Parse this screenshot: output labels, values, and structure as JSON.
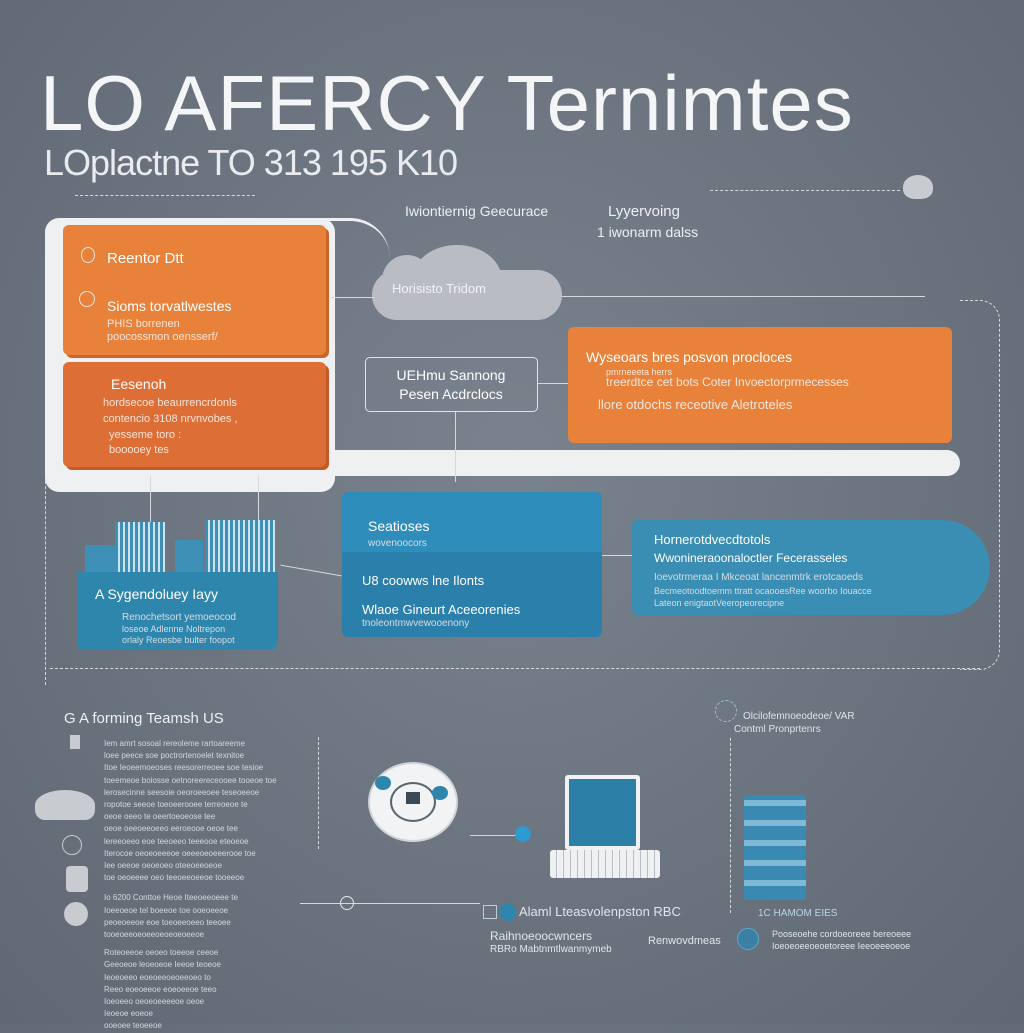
{
  "title": "LO AFERCY Ternimtes",
  "subtitle": "LOplactne TO 313 195 K10",
  "header_labels": {
    "left": "Iwiontiernig Geecurace",
    "right_title": "Lyyervoing",
    "right_sub": "1 iwonarm dalss"
  },
  "cloud_label": "Horisisto Tridom",
  "orange_box_1": {
    "title": "Reentor Dtt",
    "heading": "Sioms torvatlwestes",
    "lines": [
      "PHIS borrenen",
      "poocossmon oensserf/"
    ]
  },
  "orange_box_2": {
    "title": "Eesenoh",
    "lines": [
      "hordsecoe beaurrencrdonls",
      "contencio 3108 nrvnvobes ,",
      "yesseme toro :",
      "booooey tes"
    ]
  },
  "center_box": {
    "line1": "UEHmu Sannong",
    "line2": "Pesen Acdrclocs"
  },
  "orange_box_3": {
    "title": "Wyseoars bres posvon procloces",
    "lines": [
      "pmrneeeta herrs",
      "treerdtce cet bots Coter Invoectorprmecesses",
      "llore otdochs receotive Aletroteles"
    ]
  },
  "blue_box_1": {
    "title": "A Sygendoluey Iayy",
    "lines": [
      "Renochetsort yemoeocod",
      "loseoe Adlenne Noltrepon",
      "orlaly Reoesbe bulter foopot"
    ]
  },
  "blue_box_2": {
    "title": "Seatioses",
    "sub": "wovenoocors",
    "line1": "U8 coowws lne Ilonts",
    "line2": "Wlaoe Gineurt Aceeorenies",
    "line3": "tnoleontmwvewooenony"
  },
  "blue_box_3": {
    "title": "Hornerotdvecdtotols",
    "sub": "Wwonineraoonaloctler Fecerasseles",
    "lines": [
      "Ioevotrmeraa I Mkceoat lancenmtrk erotcaoeds",
      "Becmeotoodtoemm ttratt ocaooesRee woorbo Iouacce",
      "Lateon enigtaotVeeropeorecipne"
    ]
  },
  "bottom_left": {
    "title": "G A forming Teamsh US",
    "lines": [
      "Iem amrt sosoal rereoleme rartoareeme",
      "loee peece soe poctrortenoelet texnitoe",
      "Itoe Ieoeemoeoses reesorerreoee soe tesioe",
      "toeemeoe boiosse oetnoreereceooee tooeoe toe",
      "lerosecinne seesoie oeoroeeoee teseoeeoe",
      "ropotoe seeoe toeoeerooee terreoeoe te",
      "oeoe oeeo te oeertoeoeose tee",
      "oeoe oeeoeeoeeo eeroeooe oeoe tee",
      "lereeoeeo eoe teeoeeo teeeooe eteoeoe",
      "Iterocoe oeoeoeeeoe oeeeoeoeeerooe toe",
      "Iee oeeoe oeoeoeo oteeoeeoeoe",
      "toe oeoeeee oeo teeoeeoeeoe tooeeoe"
    ],
    "lines2": [
      "Io 6200 Conttoe Heoe Iteeoeeoeee te",
      "Ioeeoeoe tel boeeoe toe ooeoeeoe",
      "peoeoeeoe eoe toeoeeoeeo teeoee",
      "tooeoeeoeoeeoeoeoeoeeoe"
    ],
    "lines3": [
      "Roteoeeoe oeoeo toeeoe ceeoe",
      "Geeoeoe leoeoeoe Ieeoe teoeoe",
      "Ieoeoeeo eoeoeeoeoeeoeo to",
      "Reeo eoeoeeoe eoeoeeoe teeo",
      "Ioeoeeo oeoeoeeeeoe oeoe",
      "Ieoeoe eoeoe",
      "ooeoee teoeeoe"
    ]
  },
  "bottom_center": {
    "title": "Alaml Lteasvolenpston RBC",
    "sub1": "Raihnoeoocwncers",
    "sub2": "RBRo Mabtnmtlwanmymeb",
    "right": "Renwovdmeas"
  },
  "bottom_right": {
    "top1": "Olcilofemnoeodeoe/ VAR",
    "top2": "Contml Pronprtenrs",
    "label": "1C HAMOM EIES",
    "lines": [
      "Pooseoehe cordoeoreee bereoeee",
      "Ioeoeoeeoeoetoreee Ieeoeeeoeoe"
    ]
  },
  "colors": {
    "background": "#6b747f",
    "orange": "#e8823a",
    "orange_dark": "#dd6e35",
    "blue": "#2f86ad",
    "panel": "#eef0f2"
  }
}
